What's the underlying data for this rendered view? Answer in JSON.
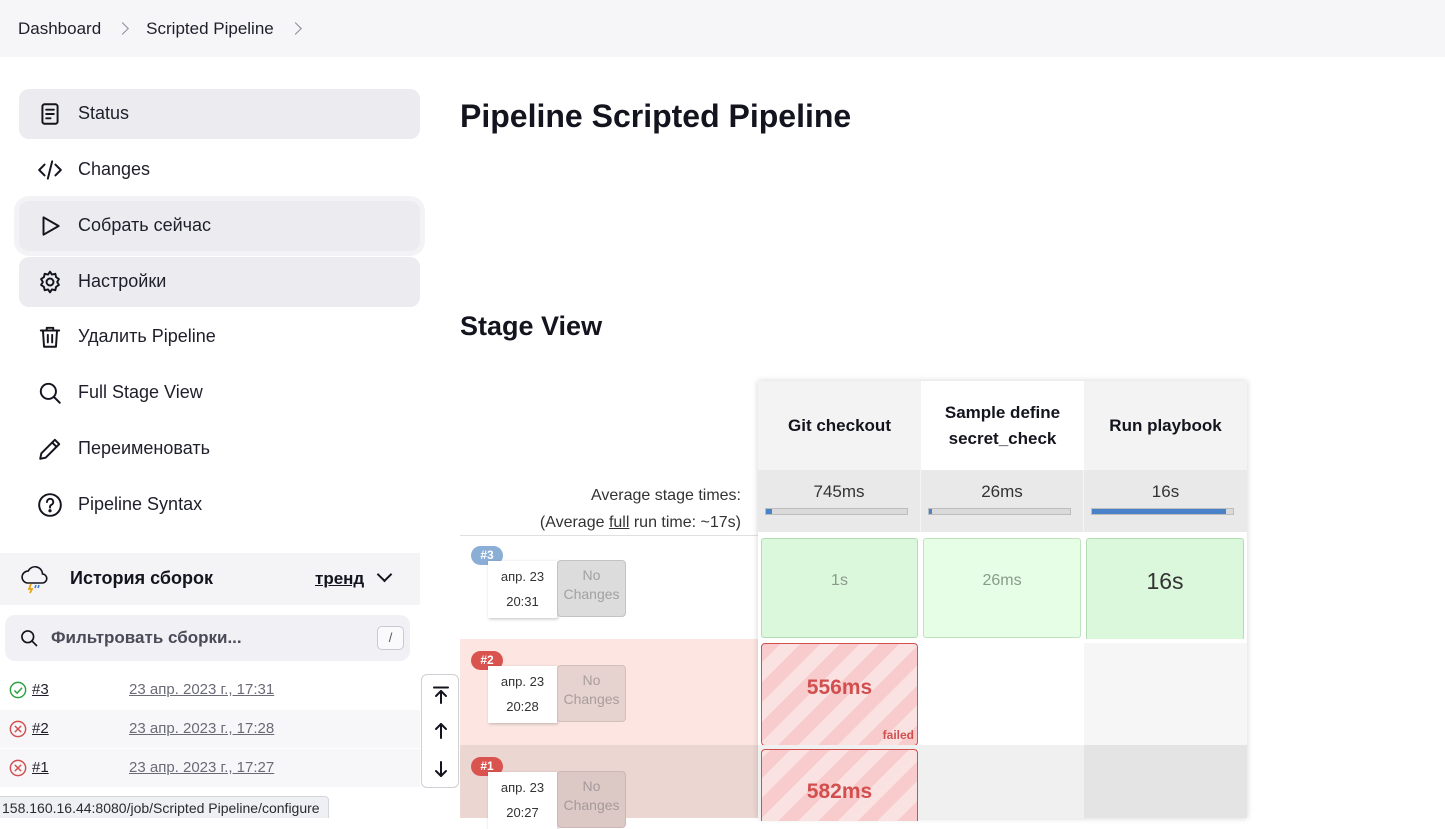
{
  "breadcrumb": [
    "Dashboard",
    "Scripted Pipeline"
  ],
  "sidebar": {
    "items": [
      {
        "label": "Status",
        "icon": "document-icon"
      },
      {
        "label": "Changes",
        "icon": "code-icon"
      },
      {
        "label": "Собрать сейчас",
        "icon": "play-icon"
      },
      {
        "label": "Настройки",
        "icon": "gear-icon"
      },
      {
        "label": "Удалить Pipeline",
        "icon": "trash-icon"
      },
      {
        "label": "Full Stage View",
        "icon": "search-icon"
      },
      {
        "label": "Переименовать",
        "icon": "pencil-icon"
      },
      {
        "label": "Pipeline Syntax",
        "icon": "help-icon"
      }
    ]
  },
  "history": {
    "title": "История сборок",
    "trend_label": "тренд",
    "filter_placeholder": "Фильтровать сборки...",
    "filter_shortcut": "/",
    "builds": [
      {
        "num": "#3",
        "date": "23 апр. 2023 г., 17:31",
        "status": "success"
      },
      {
        "num": "#2",
        "date": "23 апр. 2023 г., 17:28",
        "status": "failed"
      },
      {
        "num": "#1",
        "date": "23 апр. 2023 г., 17:27",
        "status": "failed"
      }
    ]
  },
  "status_url": "158.160.16.44:8080/job/Scripted Pipeline/configure",
  "main": {
    "title": "Pipeline Scripted Pipeline",
    "stage_view_title": "Stage View",
    "avg_stage_label": "Average stage times:",
    "avg_run_prefix": "(Average ",
    "avg_run_link": "full",
    "avg_run_suffix": " run time: ~17s)",
    "stages": [
      {
        "name": "Git checkout",
        "avg": "745ms",
        "avg_fraction": 0.04
      },
      {
        "name": "Sample define secret_check",
        "avg": "26ms",
        "avg_fraction": 0.01
      },
      {
        "name": "Run playbook",
        "avg": "16s",
        "avg_fraction": 0.95
      }
    ],
    "runs": [
      {
        "badge": "#3",
        "date": "апр. 23",
        "time": "20:31",
        "changes": "No Changes",
        "cells": [
          "1s",
          "26ms",
          "16s"
        ]
      },
      {
        "badge": "#2",
        "date": "апр. 23",
        "time": "20:28",
        "changes": "No Changes",
        "cells": [
          "556ms",
          "",
          ""
        ],
        "failed_label": "failed"
      },
      {
        "badge": "#1",
        "date": "апр. 23",
        "time": "20:27",
        "changes": "No Changes",
        "cells": [
          "582ms",
          "",
          ""
        ]
      }
    ]
  },
  "colors": {
    "success": "#2ea043",
    "failed": "#d24f4f",
    "badge_ok": "#8aaed6",
    "badge_fail": "#d9534f"
  }
}
